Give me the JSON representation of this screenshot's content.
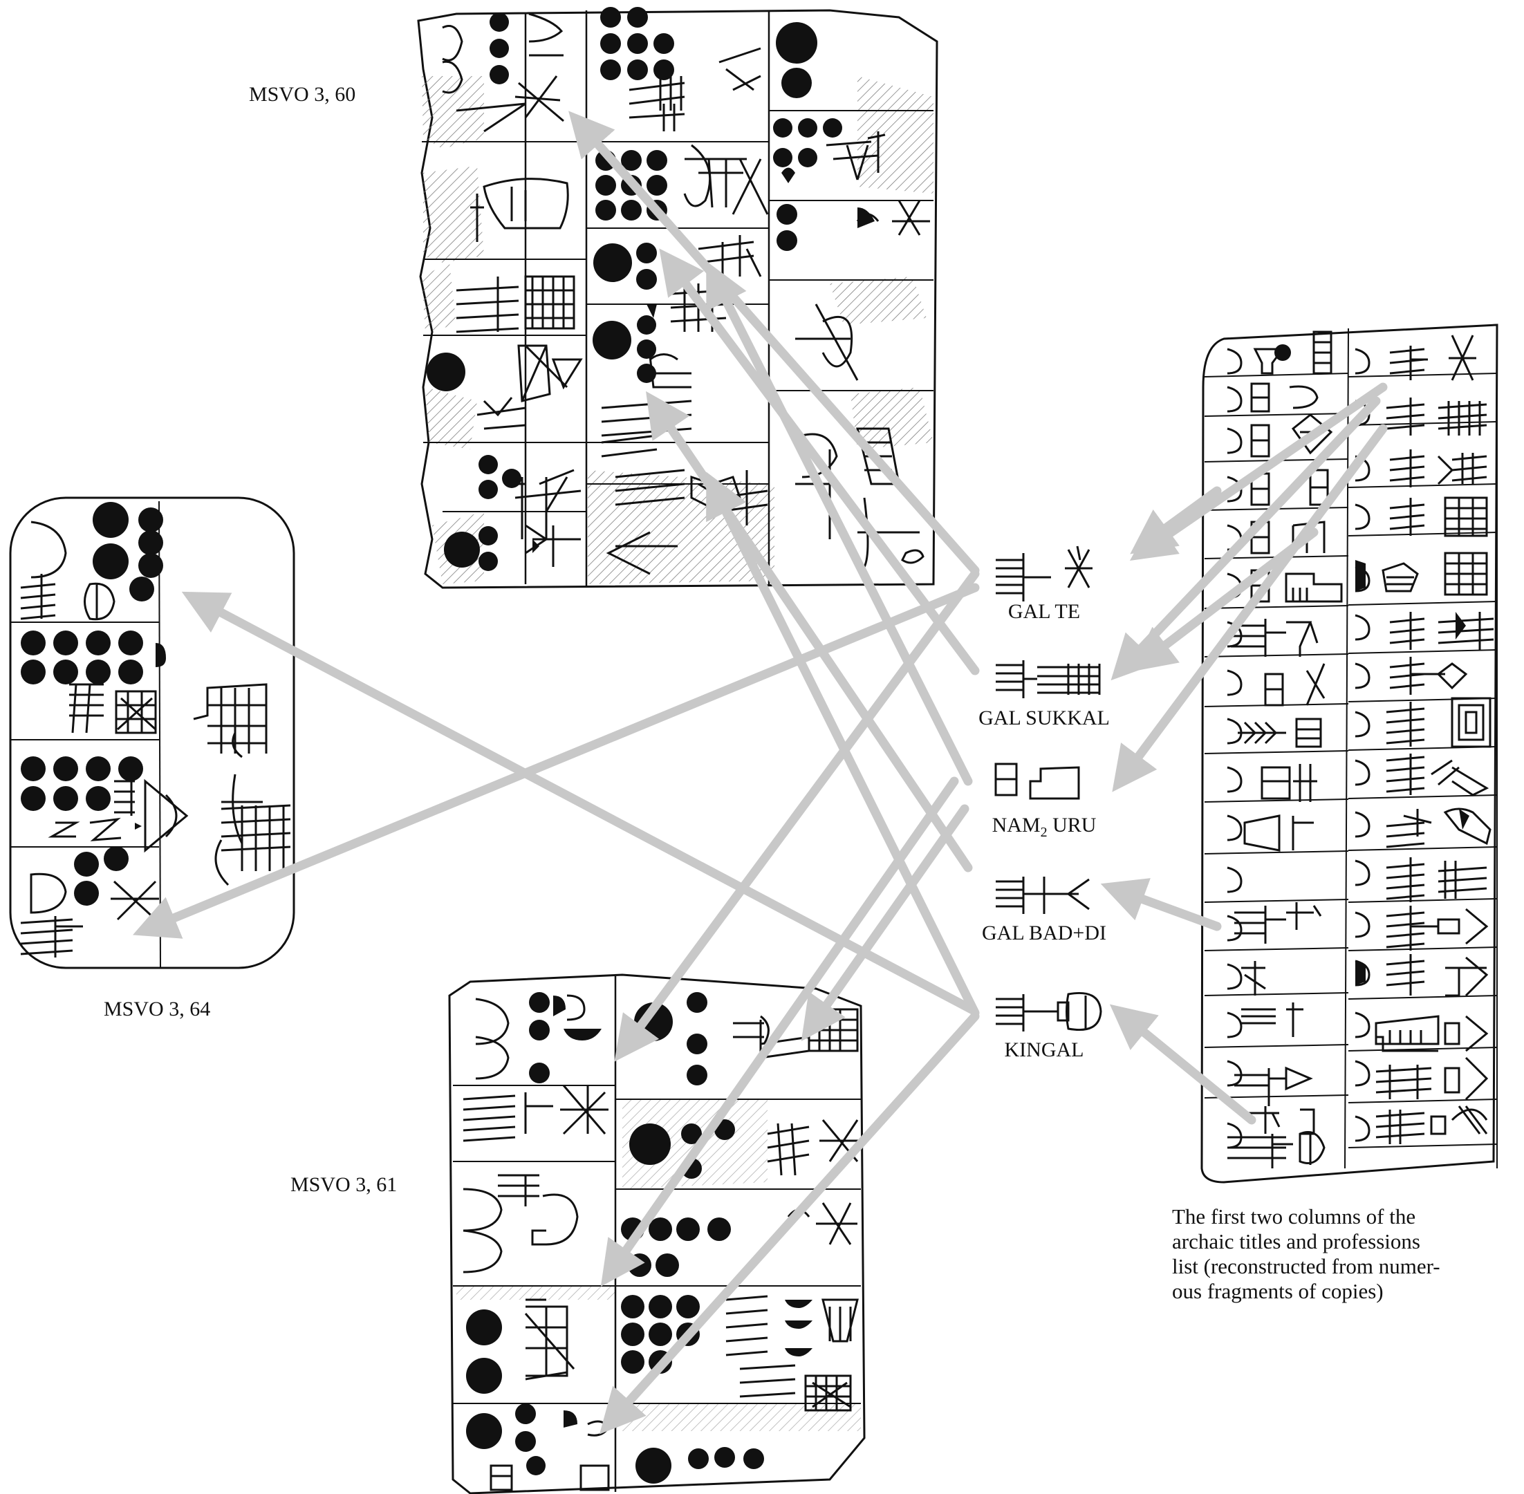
{
  "tablets": [
    {
      "id": "msvo-3-60",
      "label": "MSVO 3, 60"
    },
    {
      "id": "msvo-3-64",
      "label": "MSVO 3, 64"
    },
    {
      "id": "msvo-3-61",
      "label": "MSVO 3, 61"
    }
  ],
  "signs": [
    {
      "id": "gal-te",
      "label": "GAL TE"
    },
    {
      "id": "gal-sukkal",
      "label": "GAL SUKKAL"
    },
    {
      "id": "nam2-uru",
      "label_main": "NAM",
      "label_sub": "2",
      "label_rest": " URU"
    },
    {
      "id": "gal-bad-di",
      "label": "GAL BAD+DI"
    },
    {
      "id": "kingal",
      "label": "KINGAL"
    }
  ],
  "list_caption": "The first two columns of the archaic titles and professions list (reconstructed from numerous fragments of copies)",
  "caption_lines": [
    "The first two columns of the",
    "archaic titles and professions",
    "list (reconstructed from numer-",
    "ous fragments of copies)"
  ],
  "colors": {
    "arrow": "#c8c8c8",
    "ink": "#111111",
    "hatch": "#777777"
  }
}
